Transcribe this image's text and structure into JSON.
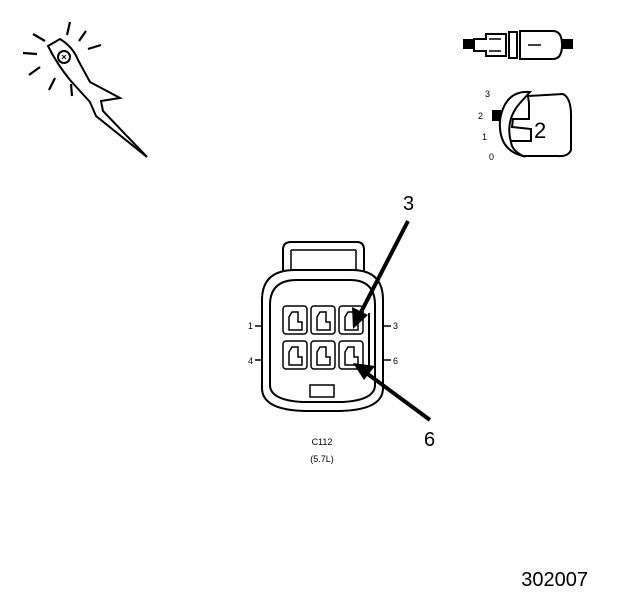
{
  "connector": {
    "id": "C112",
    "variant": "(5.7L)",
    "pins_left": [
      "1",
      "4"
    ],
    "pins_right": [
      "3",
      "6"
    ]
  },
  "callouts": {
    "top": "3",
    "bottom": "6"
  },
  "test_position": {
    "scale": [
      "3",
      "2",
      "1",
      "0"
    ],
    "key_label": "2"
  },
  "figure_number": "302007",
  "icons": [
    "test-probe-icon",
    "connector-plug-icon",
    "connector-key-icon"
  ],
  "colors": {
    "line": "#000000",
    "background": "#ffffff"
  }
}
